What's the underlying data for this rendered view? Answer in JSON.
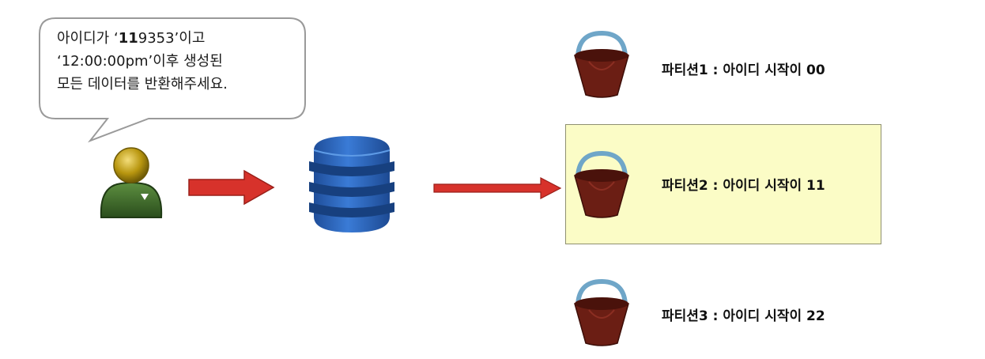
{
  "request_bubble": {
    "line1_prefix": "아이디가 ‘",
    "line1_bold": "11",
    "line1_suffix": "9353’이고",
    "line2": "‘12:00:00pm’이후 생성된",
    "line3": "모든 데이터를 반환해주세요."
  },
  "icons": {
    "user": "user-icon",
    "database": "dynamodb-database-icon",
    "bucket": "bucket-icon",
    "arrow": "arrow-right-icon"
  },
  "partitions": [
    {
      "label": "파티션1 : 아이디 시작이 00",
      "highlighted": false
    },
    {
      "label": "파티션2 : 아이디 시작이 11",
      "highlighted": true
    },
    {
      "label": "파티션3 : 아이디 시작이 22",
      "highlighted": false
    }
  ],
  "colors": {
    "arrow": "#d7322b",
    "highlight": "#fbfcc6",
    "database": "#2b6cc4",
    "bucket": "#6b1e14",
    "bucket_handle": "#6fa6c8",
    "user_head": "#b8960f",
    "user_body": "#3d6b2a"
  }
}
